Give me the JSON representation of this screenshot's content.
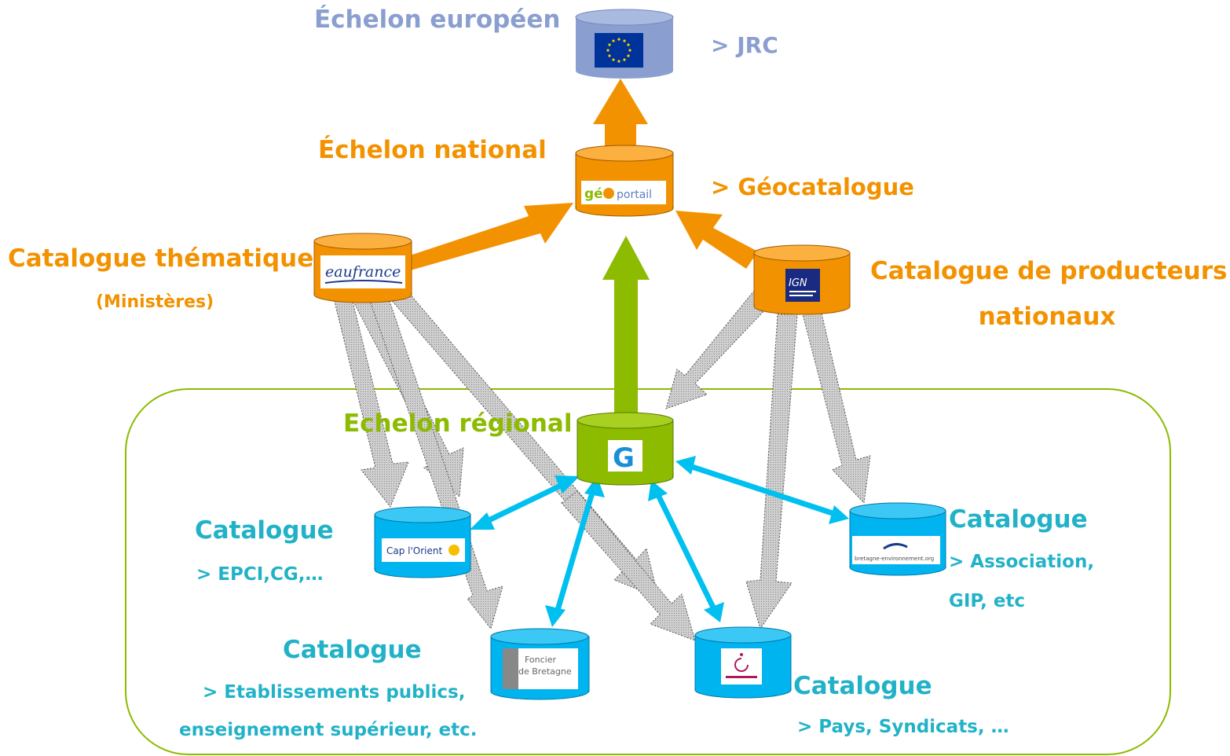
{
  "colors": {
    "european": "#8a9fd0",
    "national": "#f39200",
    "regional": "#8cbb00",
    "catalogue": "#22b2c8",
    "cylinder_blue": "#00b4f0",
    "gray_arrow": "#c8c8c8"
  },
  "levels": {
    "european": {
      "title": "Échelon européen",
      "sub": "> JRC"
    },
    "national": {
      "title": "Échelon national",
      "sub": "> Géocatalogue"
    },
    "thematic": {
      "title": "Catalogue thématique",
      "sub": "(Ministères)"
    },
    "producers": {
      "title_line1": "Catalogue de producteurs",
      "title_line2": "nationaux"
    },
    "regional": {
      "title": "Echelon régional"
    }
  },
  "catalogues": {
    "epci": {
      "title": "Catalogue",
      "sub": "> EPCI,CG,…"
    },
    "association": {
      "title": "Catalogue",
      "sub_line1": "> Association,",
      "sub_line2": "GIP, etc"
    },
    "etablissements": {
      "title": "Catalogue",
      "sub_line1": "> Etablissements publics,",
      "sub_line2": "enseignement supérieur, etc."
    },
    "pays": {
      "title": "Catalogue",
      "sub": "> Pays, Syndicats, …"
    }
  },
  "logos": {
    "geoportail": {
      "part1": "gé",
      "part2": "portail"
    },
    "eaufrance": "eaufrance",
    "ign": "IGN",
    "geobretagne": "G",
    "caporient": "Cap l'Orient",
    "foncier_line1": "Foncier",
    "foncier_line2": "de Bretagne",
    "bretagne_env": "bretagne-environnement.org"
  },
  "icons": [
    "eu-flag-icon",
    "geoportail-logo",
    "eaufrance-logo",
    "ign-logo",
    "geobretagne-logo",
    "caporient-logo",
    "foncier-bretagne-logo",
    "pays-logo",
    "bretagne-environnement-logo"
  ]
}
